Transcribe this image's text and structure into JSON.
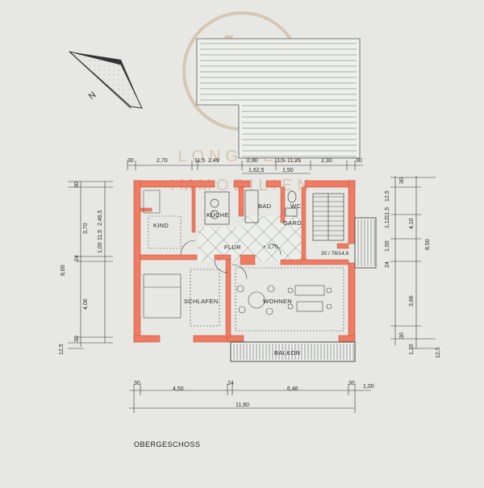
{
  "title": "OBERGESCHOSS",
  "north_label": "N",
  "watermark": {
    "monogram": "L",
    "line1": "LONGWELL",
    "line2": "IMMOBILIEN"
  },
  "rooms": {
    "kind": "KIND",
    "kueche": "KÜCHE",
    "bad": "BAD",
    "wc": "WC",
    "gard": "GARD.",
    "flur": "FLUR",
    "schlafen": "SCHLAFEN",
    "wohnen": "WOHNEN",
    "balkon": "BALKON"
  },
  "level_mark": "+ 2,75",
  "stair_note": "30 / 76/14,6",
  "dims_top_row": [
    "30",
    "2,70",
    "2,49",
    "11,5",
    "2,00",
    "11,5",
    "11,25",
    "2,30",
    "30"
  ],
  "dims_top_sub": [
    "1,62,5",
    "1,50"
  ],
  "dims_left_outer": [
    "30",
    "3,70",
    "24",
    "4,06",
    "30",
    "12,5"
  ],
  "dims_left_total": "8,60",
  "dims_left_inner": [
    "2,46,5",
    "11,5",
    "1,00"
  ],
  "dims_right_inner": [
    "12,5",
    "11,5",
    "1,12",
    "1,50",
    "24",
    "3,66",
    "1,20"
  ],
  "dims_right_outer": [
    "30",
    "4,10",
    "30",
    "12,5"
  ],
  "dims_right_total": "8,50",
  "dims_bottom_row": [
    "30",
    "4,50",
    "24",
    "6,46",
    "30",
    "1,00"
  ],
  "dims_bottom_total": "11,80",
  "colors": {
    "paper": "#e7e8e3",
    "wall": "#ef7c62",
    "ink": "#2b2b2b",
    "watermark": "#c9a98d"
  }
}
